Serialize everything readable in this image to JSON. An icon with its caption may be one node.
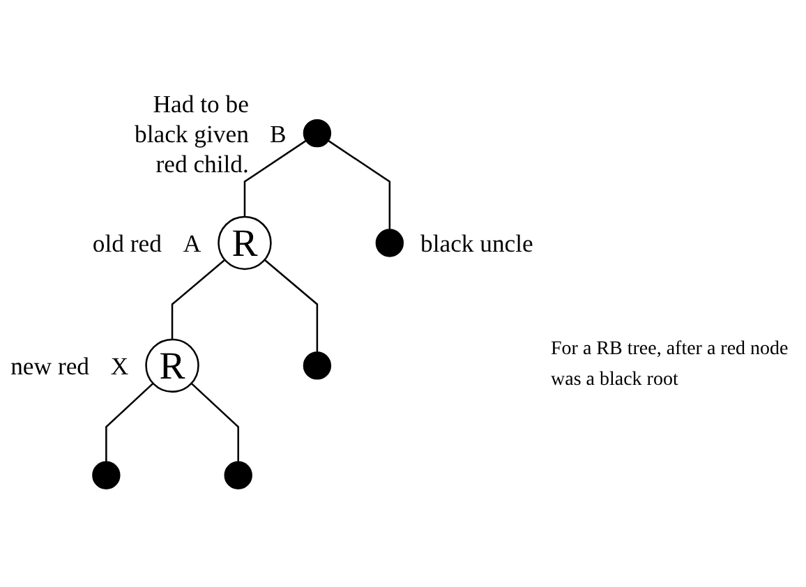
{
  "diagram": {
    "nodes": [
      {
        "text": [],
        "shape": "circle",
        "beside": [
          "Had to be black given red child.",
          "B"
        ]
      },
      {
        "text": [
          "R"
        ],
        "beside": [
          "old red",
          "A"
        ]
      },
      {
        "text": [],
        "shape": "circle",
        "beside": [
          "black uncle"
        ]
      },
      {
        "text": [
          "R"
        ],
        "beside": [
          "new red",
          "X"
        ]
      },
      {
        "text": [],
        "shape": "circle"
      },
      {
        "text": [],
        "shape": "circle"
      },
      {
        "text": [],
        "shape": "circle"
      }
    ],
    "edges": [
      {
        "from": 0,
        "to": 1,
        "arrow": "none"
      },
      {
        "from": 0,
        "to": 2,
        "arrow": "none"
      },
      {
        "from": 1,
        "to": 3,
        "arrow": "none"
      },
      {
        "from": 1,
        "to": 4,
        "arrow": "none"
      },
      {
        "from": 3,
        "to": 5,
        "arrow": "none"
      },
      {
        "from": 3,
        "to": 6,
        "arrow": "none"
      }
    ],
    "labels": [
      "For a RB tree,  after a red node was a black root"
    ]
  }
}
